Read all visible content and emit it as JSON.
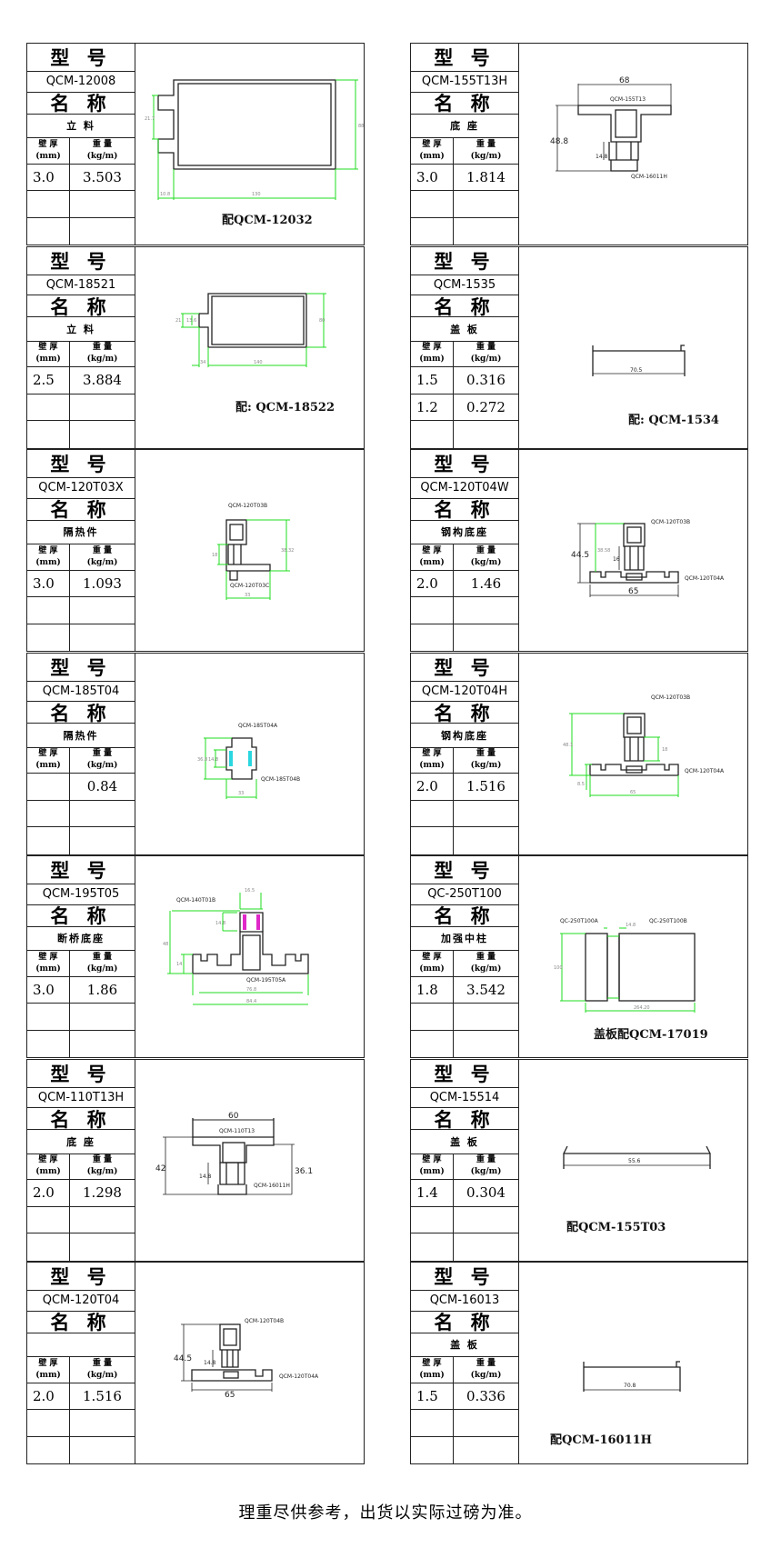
{
  "labels": {
    "model_heading": "型 号",
    "name_heading": "名 称",
    "thickness": "壁 厚",
    "thickness_unit": "(mm)",
    "weight": "重 量",
    "weight_unit": "(kg/m)"
  },
  "left": [
    {
      "model": "QCM-12008",
      "name": "立 料",
      "rows": [
        [
          "3.0",
          "3.503"
        ],
        [
          "",
          ""
        ],
        [
          "",
          ""
        ]
      ],
      "dims": [
        "21.7",
        "88",
        "10.8",
        "130"
      ],
      "caption": "配QCM-12032"
    },
    {
      "model": "QCM-18521",
      "name": "立 料",
      "rows": [
        [
          "2.5",
          "3.884"
        ],
        [
          "",
          ""
        ],
        [
          "",
          ""
        ]
      ],
      "dims": [
        "21",
        "13.6",
        "80",
        "34",
        "140"
      ],
      "caption": "配: QCM-18522"
    },
    {
      "model": "QCM-120T03X",
      "name": "隔热件",
      "rows": [
        [
          "3.0",
          "1.093"
        ],
        [
          "",
          ""
        ],
        [
          "",
          ""
        ]
      ],
      "dims": [
        "QCM-120T03B",
        "18",
        "38.32",
        "QCM-120T03C",
        "33"
      ],
      "caption": ""
    },
    {
      "model": "QCM-185T04",
      "name": "隔热件",
      "rows": [
        [
          "",
          "0.84"
        ],
        [
          "",
          ""
        ],
        [
          "",
          ""
        ]
      ],
      "dims": [
        "QCM-185T04A",
        "36.8",
        "14.8",
        "QCM-185T04B",
        "33"
      ],
      "caption": ""
    },
    {
      "model": "QCM-195T05",
      "name": "断桥底座",
      "rows": [
        [
          "3.0",
          "1.86"
        ],
        [
          "",
          ""
        ],
        [
          "",
          ""
        ]
      ],
      "dims": [
        "16.5",
        "QCM-140T01B",
        "14.8",
        "48",
        "14",
        "QCM-195T05A",
        "76.8",
        "84.4"
      ],
      "caption": ""
    },
    {
      "model": "QCM-110T13H",
      "name": "底 座",
      "rows": [
        [
          "2.0",
          "1.298"
        ],
        [
          "",
          ""
        ],
        [
          "",
          ""
        ]
      ],
      "dims": [
        "60",
        "QCM-110T13",
        "42",
        "14.8",
        "36.1",
        "QCM-16011H"
      ],
      "caption": ""
    },
    {
      "model": "QCM-120T04",
      "name": "",
      "rows": [
        [
          "2.0",
          "1.516"
        ],
        [
          "",
          ""
        ],
        [
          "",
          ""
        ]
      ],
      "dims": [
        "QCM-120T04B",
        "44.5",
        "14.8",
        "65",
        "QCM-120T04A"
      ],
      "caption": ""
    }
  ],
  "right": [
    {
      "model": "QCM-155T13H",
      "name": "底 座",
      "rows": [
        [
          "3.0",
          "1.814"
        ],
        [
          "",
          ""
        ],
        [
          "",
          ""
        ]
      ],
      "dims": [
        "68",
        "QCM-155T13",
        "48.8",
        "14.8",
        "QCM-16011H"
      ],
      "caption": ""
    },
    {
      "model": "QCM-1535",
      "name": "盖 板",
      "rows": [
        [
          "1.5",
          "0.316"
        ],
        [
          "1.2",
          "0.272"
        ],
        [
          "",
          ""
        ]
      ],
      "dims": [
        "70.5"
      ],
      "caption": "配: QCM-1534"
    },
    {
      "model": "QCM-120T04W",
      "name": "钢构底座",
      "rows": [
        [
          "2.0",
          "1.46"
        ],
        [
          "",
          ""
        ],
        [
          "",
          ""
        ]
      ],
      "dims": [
        "QCM-120T03B",
        "44.5",
        "38.58",
        "16",
        "65",
        "QCM-120T04A"
      ],
      "caption": ""
    },
    {
      "model": "QCM-120T04H",
      "name": "钢构底座",
      "rows": [
        [
          "2.0",
          "1.516"
        ],
        [
          "",
          ""
        ],
        [
          "",
          ""
        ]
      ],
      "dims": [
        "QCM-120T03B",
        "48.1",
        "18",
        "8.5",
        "65",
        "QCM-120T04A"
      ],
      "caption": ""
    },
    {
      "model": "QC-250T100",
      "name": "加强中柱",
      "rows": [
        [
          "1.8",
          "3.542"
        ],
        [
          "",
          ""
        ],
        [
          "",
          ""
        ]
      ],
      "dims": [
        "QC-250T100A",
        "14.8",
        "QC-250T100B",
        "100",
        "264.20"
      ],
      "caption": "盖板配QCM-17019"
    },
    {
      "model": "QCM-15514",
      "name": "盖 板",
      "rows": [
        [
          "1.4",
          "0.304"
        ],
        [
          "",
          ""
        ],
        [
          "",
          ""
        ]
      ],
      "dims": [
        "55.6"
      ],
      "caption": "配QCM-155T03"
    },
    {
      "model": "QCM-16013",
      "name": "盖 板",
      "rows": [
        [
          "1.5",
          "0.336"
        ],
        [
          "",
          ""
        ],
        [
          "",
          ""
        ]
      ],
      "dims": [
        "70.8"
      ],
      "caption": "配QCM-16011H"
    }
  ],
  "footer": "理重尽供参考，出货以实际过磅为准。"
}
